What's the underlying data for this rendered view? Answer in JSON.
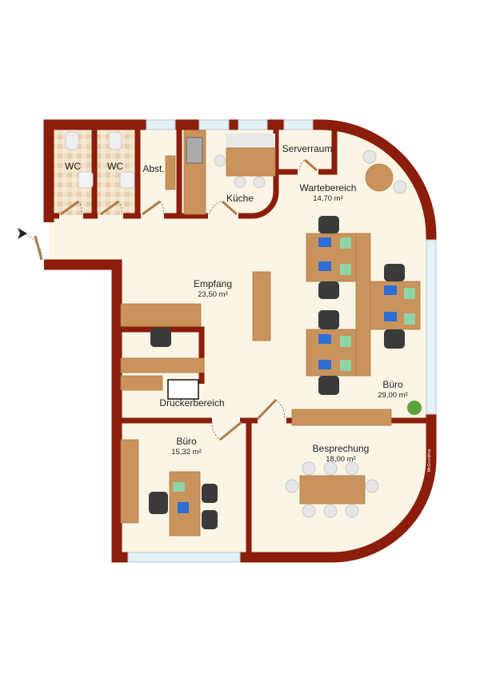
{
  "plan": {
    "rooms": {
      "wc1": {
        "name": "WC"
      },
      "wc2": {
        "name": "WC"
      },
      "abst": {
        "name": "Abst."
      },
      "kueche": {
        "name": "Küche"
      },
      "serverraum": {
        "name": "Serverraum"
      },
      "wartebereich": {
        "name": "Wartebereich",
        "area": "14,70 m²"
      },
      "empfang": {
        "name": "Empfang",
        "area": "23,50 m²"
      },
      "druckerbereich": {
        "name": "Druckerbereich"
      },
      "buero_gross": {
        "name": "Büro",
        "area": "29,00 m²"
      },
      "buero_klein": {
        "name": "Büro",
        "area": "15,32 m²"
      },
      "besprechung": {
        "name": "Besprechung",
        "area": "18,00 m²"
      }
    },
    "watermark": "McGrundriss",
    "colors": {
      "wall": "#8c1d0b",
      "floor": "#fbf5e6",
      "wood": "#c9935c",
      "tile": "#ecd9bd"
    }
  }
}
